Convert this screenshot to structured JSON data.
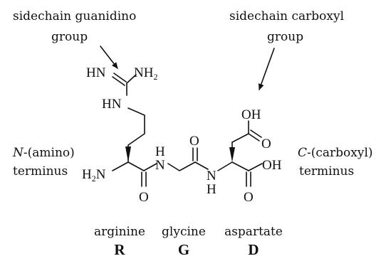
{
  "annotations": {
    "guanidino_line1": "sidechain guanidino",
    "guanidino_line2": "group",
    "carboxyl_line1": "sidechain carboxyl",
    "carboxyl_line2": "group",
    "n_term_prefix": "N",
    "n_term_rest": "-(amino)",
    "n_term_line2": "terminus",
    "c_term_prefix": "C",
    "c_term_rest": "-(carboxyl)",
    "c_term_line2": "terminus"
  },
  "atoms": {
    "HN": "HN",
    "NH": "NH",
    "two": "2",
    "H2N_H": "H",
    "N": "N",
    "H": "H",
    "O": "O",
    "OH": "OH"
  },
  "residues": [
    {
      "name": "arginine",
      "code": "R"
    },
    {
      "name": "glycine",
      "code": "G"
    },
    {
      "name": "aspartate",
      "code": "D"
    }
  ]
}
